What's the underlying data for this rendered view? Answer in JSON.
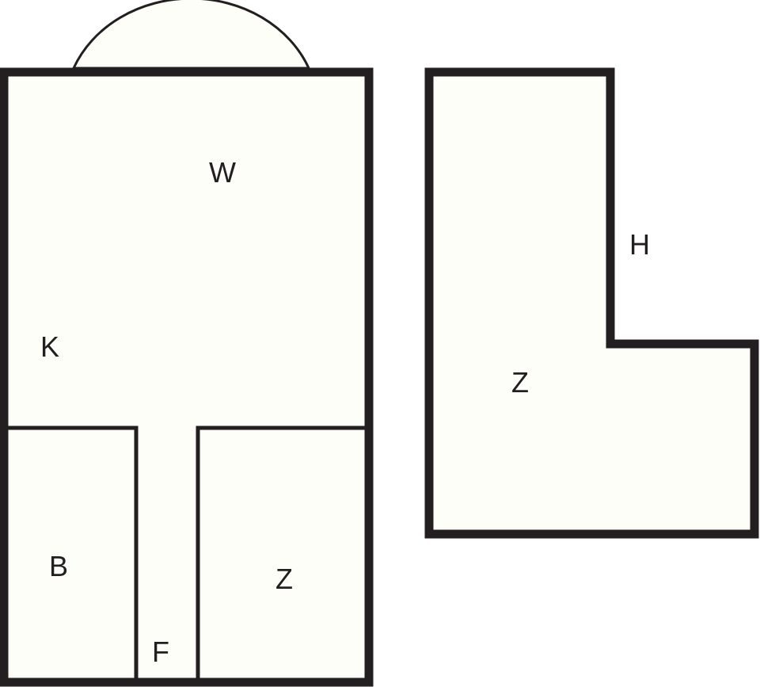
{
  "colors": {
    "background": "#ffffff",
    "floor": "#fefef9",
    "wall": "#231f20",
    "label": "#231f20"
  },
  "floor_plan_left": {
    "labels": {
      "w": "W",
      "k": "K",
      "b": "B",
      "f": "F",
      "z": "Z"
    }
  },
  "floor_plan_right": {
    "labels": {
      "h": "H",
      "z": "Z"
    }
  }
}
